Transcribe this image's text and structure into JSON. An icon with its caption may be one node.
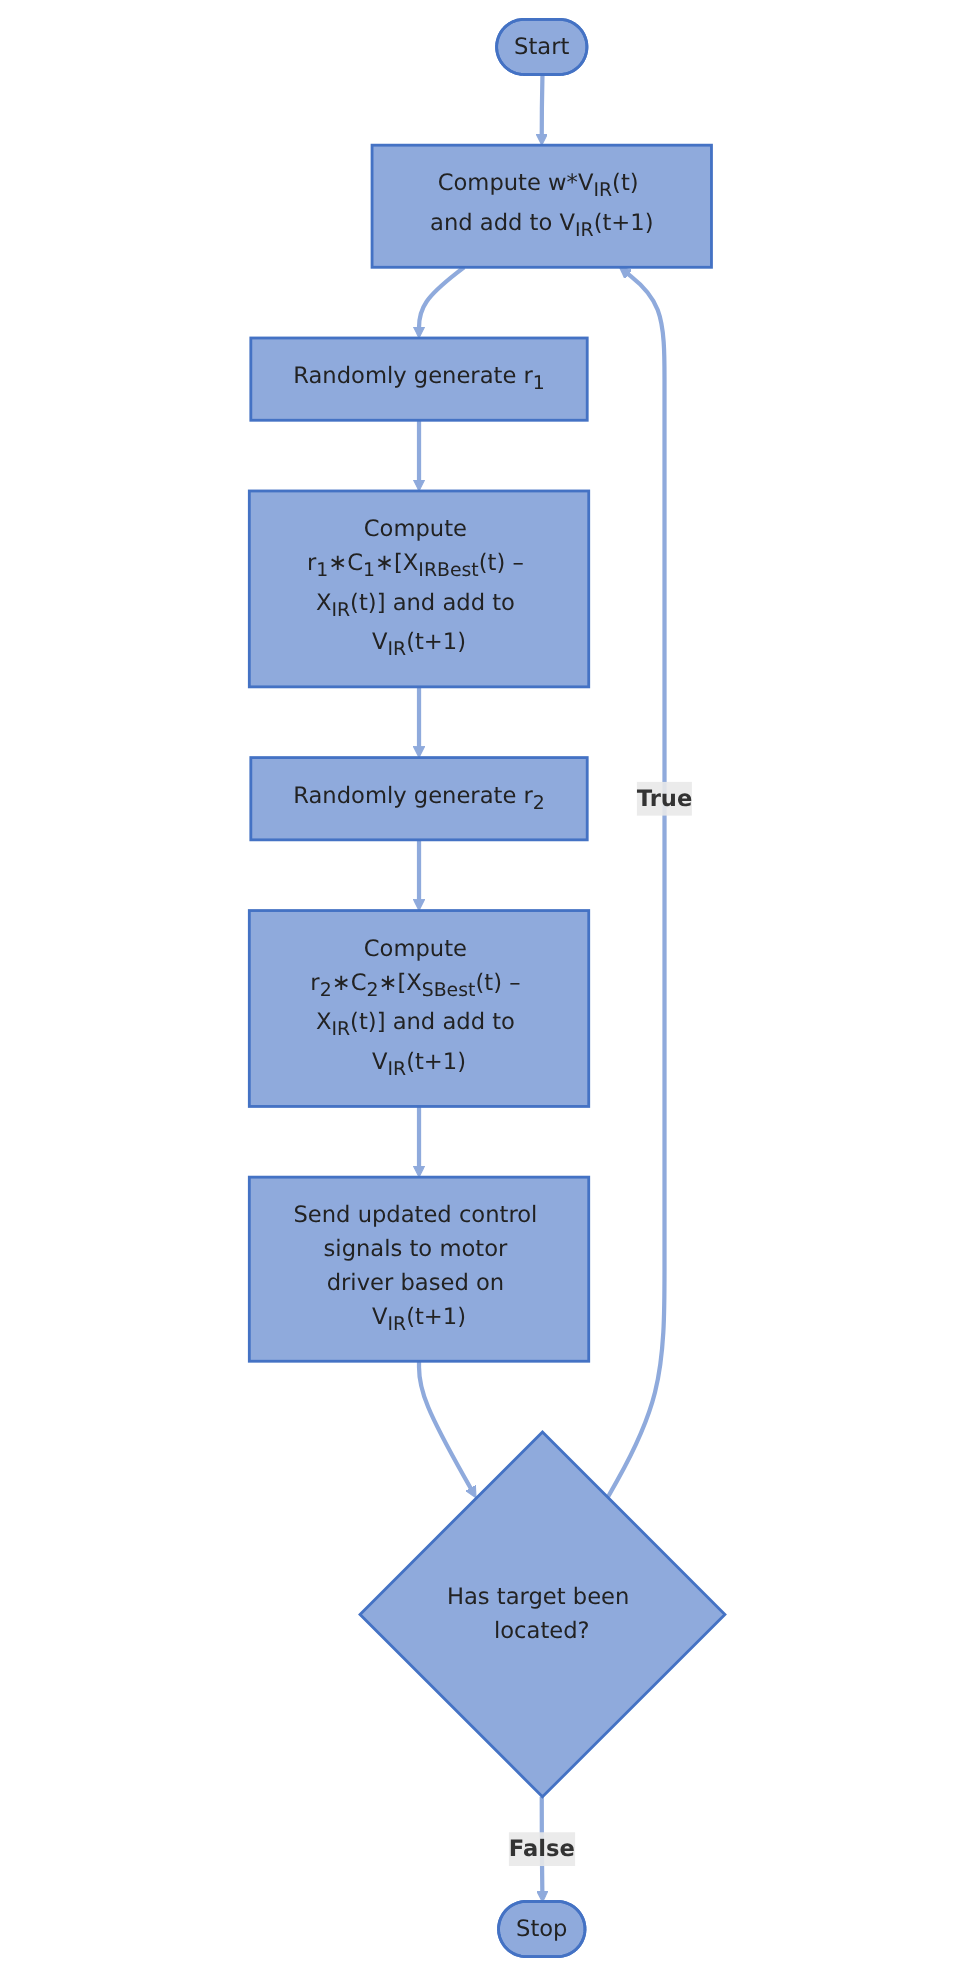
{
  "diagram": {
    "nodes": [
      {
        "text": [
          "Start"
        ]
      },
      {
        "text": [
          "Compute w*V$_{IR}$(t) and add to V$_{IR}$(t+1)"
        ]
      },
      {
        "text": [
          "Randomly generate r$_{1}$"
        ]
      },
      {
        "text": [
          "Compute r$_{1}$∗C$_{1}$∗[X$_{IRBest}$(t) – X$_{IR}$(t)] and add to V$_{IR}$(t+1)"
        ]
      },
      {
        "text": [
          "Randomly generate r$_{2}$"
        ]
      },
      {
        "text": [
          "Compute r$_{2}$∗C$_{2}$∗[X$_{SBest}$(t) – X$_{IR}$(t)] and add to V$_{IR}$(t+1)"
        ]
      },
      {
        "text": [
          "Send updated control signals to motor driver based on V$_{IR}$(t+1)"
        ]
      },
      {
        "text": [
          "Has target been located?"
        ]
      },
      {
        "text": [
          "Stop"
        ]
      }
    ],
    "edges": [
      {
        "from": 0,
        "to": 1,
        "arrow": "to"
      },
      {
        "from": 1,
        "to": 2,
        "arrow": "to"
      },
      {
        "from": 2,
        "to": 3,
        "arrow": "to"
      },
      {
        "from": 3,
        "to": 4,
        "arrow": "to"
      },
      {
        "from": 4,
        "to": 5,
        "arrow": "to"
      },
      {
        "from": 5,
        "to": 6,
        "arrow": "to"
      },
      {
        "from": 6,
        "to": 7,
        "arrow": "to"
      },
      {
        "from": 7,
        "to": 1,
        "arrow": "to",
        "label": "True"
      },
      {
        "from": 7,
        "to": 8,
        "arrow": "to",
        "label": "False"
      }
    ]
  }
}
